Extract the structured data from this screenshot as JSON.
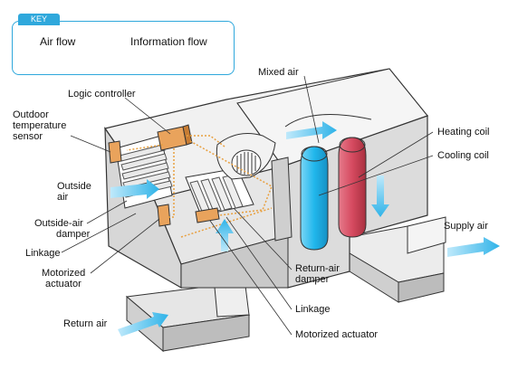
{
  "key": {
    "tab": "KEY",
    "air_flow": "Air flow",
    "information_flow": "Information flow"
  },
  "labels": {
    "logic_controller": "Logic controller",
    "outdoor_sensor_1": "Outdoor",
    "outdoor_sensor_2": "temperature",
    "outdoor_sensor_3": "sensor",
    "outside_air_1": "Outside",
    "outside_air_2": "air",
    "outside_air_damper_1": "Outside-air",
    "outside_air_damper_2": "damper",
    "linkage_left": "Linkage",
    "motorized_actuator_left_1": "Motorized",
    "motorized_actuator_left_2": "actuator",
    "return_air": "Return air",
    "mixed_air": "Mixed air",
    "heating_coil": "Heating coil",
    "cooling_coil": "Cooling coil",
    "supply_air": "Supply air",
    "return_air_damper_1": "Return-air",
    "return_air_damper_2": "damper",
    "linkage_right": "Linkage",
    "motorized_actuator_right": "Motorized actuator"
  },
  "colors": {
    "accent_blue": "#2fa8dc",
    "air_flow": "#33b6ea",
    "information_flow": "#e8a040",
    "heating_coil": "#d64a60",
    "cooling_coil": "#21b7ec",
    "controller": "#e9a35c",
    "housing_light": "#f1f1f1",
    "housing_mid": "#dcdcdc",
    "housing_dark": "#bdbdbd"
  }
}
